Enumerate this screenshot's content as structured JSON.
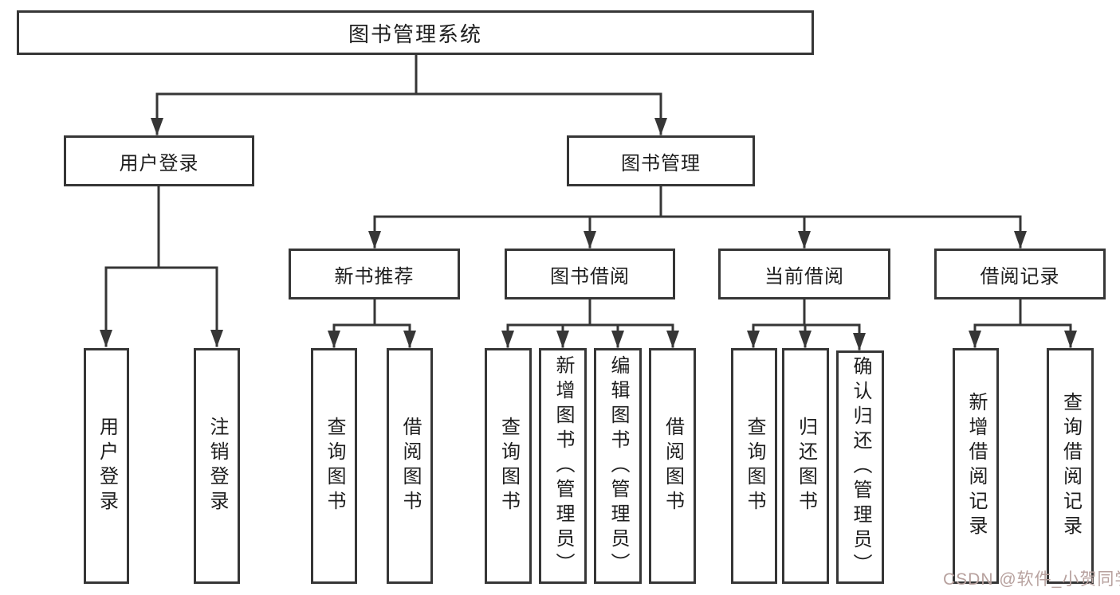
{
  "nodes": {
    "root": "图书管理系统",
    "login": "用户登录",
    "manage": "图书管理",
    "login_children": [
      "用户登录",
      "注销登录"
    ],
    "modules": [
      {
        "label": "新书推荐",
        "children": [
          "查询图书",
          "借阅图书"
        ]
      },
      {
        "label": "图书借阅",
        "children": [
          "查询图书",
          "新增图书（管理员）",
          "编辑图书（管理员）",
          "借阅图书"
        ]
      },
      {
        "label": "当前借阅",
        "children": [
          "查询图书",
          "归还图书",
          "确认归还（管理员）"
        ]
      },
      {
        "label": "借阅记录",
        "children": [
          "新增借阅记录",
          "查询借阅记录"
        ]
      }
    ]
  },
  "watermark": "CSDN @软件_小贺同学",
  "colors": {
    "line": "#363636",
    "text": "#1e1e1e",
    "watermark": "#b7a19e",
    "background": "#ffffff"
  }
}
